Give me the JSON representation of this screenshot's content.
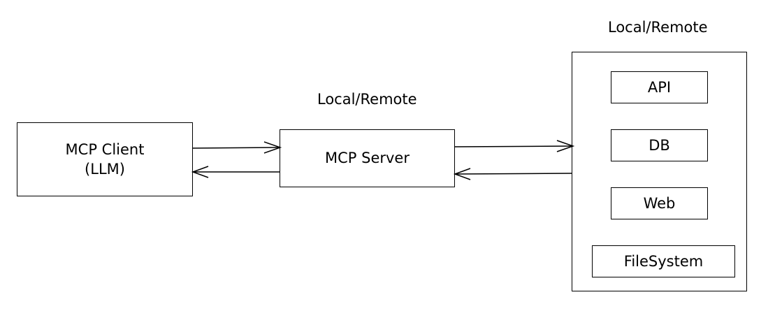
{
  "client": {
    "line1": "MCP Client",
    "line2": "(LLM)"
  },
  "server": {
    "label": "MCP Server",
    "location": "Local/Remote"
  },
  "resources": {
    "location": "Local/Remote",
    "items": [
      {
        "label": "API"
      },
      {
        "label": "DB"
      },
      {
        "label": "Web"
      },
      {
        "label": "FileSystem"
      }
    ]
  }
}
